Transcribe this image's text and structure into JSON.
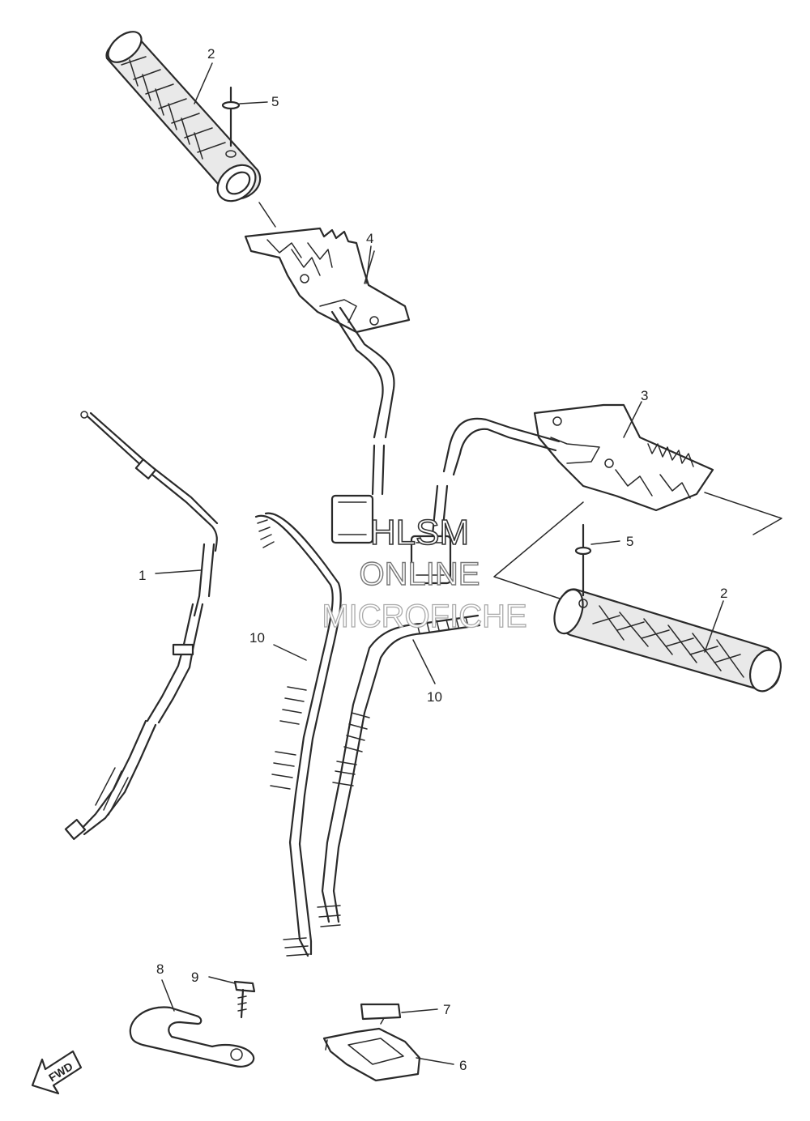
{
  "callouts": {
    "c1": "1",
    "c2a": "2",
    "c2b": "2",
    "c3": "3",
    "c4": "4",
    "c5a": "5",
    "c5b": "5",
    "c6": "6",
    "c7": "7",
    "c8": "8",
    "c9": "9",
    "c10a": "10",
    "c10b": "10"
  },
  "watermark": {
    "line1": "HLSM",
    "line2": "ONLINE",
    "line3": "MICROFICHE"
  },
  "fwd_label": "FWD"
}
